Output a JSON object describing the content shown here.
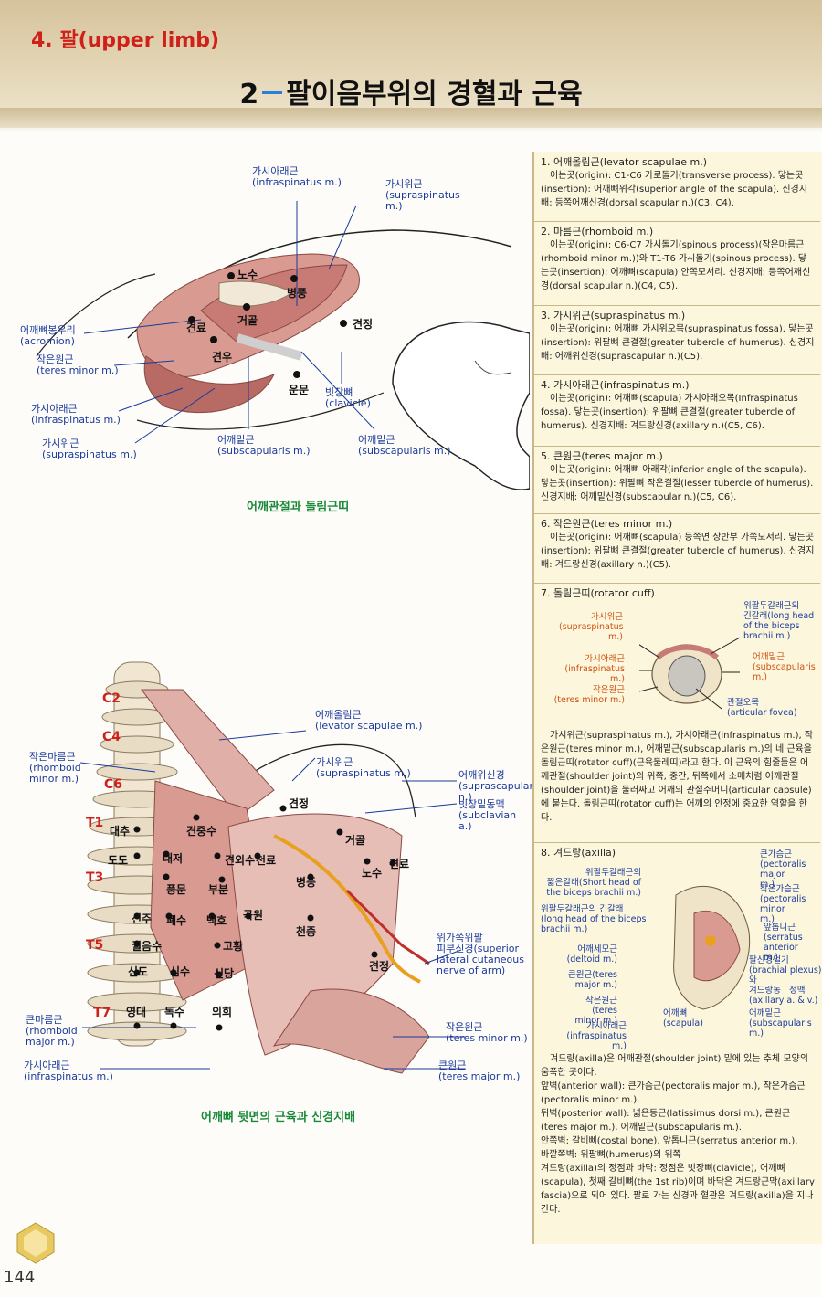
{
  "header": {
    "chapter": "4. 팔(upper limb)",
    "title_num": "2",
    "title_text": "팔이음부위의 경혈과 근육"
  },
  "figure1": {
    "caption": "어깨관절과 돌림근띠",
    "labels": {
      "infraspinatus_top": "가시아래근\n(infraspinatus m.)",
      "supraspinatus_top": "가시위근\n(supraspinatus\nm.)",
      "acromion": "어깨뼈봉우리\n(acromion)",
      "teres_minor": "작은원근\n(teres minor m.)",
      "infraspinatus_left": "가시아래근\n(infraspinatus m.)",
      "supraspinatus_left": "가시위근\n(supraspinatus m.)",
      "subscapularis_mid": "어깨밑근\n(subscapularis m.)",
      "clavicle": "빗장뼈\n(clavicle)",
      "subscapularis_right": "어깨밑근\n(subscapularis m.)"
    },
    "points": [
      "노수",
      "병풍",
      "거골",
      "견료",
      "견정",
      "견우",
      "운문"
    ]
  },
  "figure2": {
    "caption": "어깨뼈 뒷면의 근육과 신경지배",
    "vertebrae": [
      "C2",
      "C4",
      "C6",
      "T1",
      "T3",
      "T5",
      "T7"
    ],
    "labels": {
      "levator": "어깨올림근\n(levator scapulae m.)",
      "rhomboid_minor": "작은마름근\n(rhomboid\nminor m.)",
      "supraspinatus": "가시위근\n(supraspinatus m.)",
      "suprascapular": "어깨위신경\n(suprascapular n.)",
      "subclavian": "빗장밑동맥\n(subclavian a.)",
      "lateral_cutaneous": "위가쪽위팔\n피부신경(superior\nlateral cutaneous\nnerve of arm)",
      "rhomboid_major": "큰마름근\n(rhomboid\nmajor m.)",
      "infraspinatus": "가시아래근\n(infraspinatus m.)",
      "teres_minor": "작은원근\n(teres minor m.)",
      "teres_major": "큰원근\n(teres major m.)"
    },
    "points": [
      "대추",
      "견중수",
      "견정",
      "거골",
      "도도",
      "대저",
      "견외수",
      "천료",
      "노수",
      "견료",
      "풍문",
      "부분",
      "병풍",
      "신주",
      "폐수",
      "백호",
      "곡원",
      "천종",
      "궐음수",
      "고황",
      "견정",
      "신도",
      "심수",
      "신당",
      "영대",
      "독수",
      "의희"
    ]
  },
  "sections": [
    {
      "head": "1. 어깨올림근(levator scapulae m.)",
      "body": "이는곳(origin): C1-C6 가로돌기(transverse process). 닿는곳(insertion): 어깨뼈위각(superior angle of the scapula). 신경지배: 등쪽어깨신경(dorsal scapular n.)(C3, C4)."
    },
    {
      "head": "2. 마름근(rhomboid m.)",
      "body": "이는곳(origin): C6-C7 가시돌기(spinous process)(작은마름근(rhomboid minor m.))와 T1-T6 가시돌기(spinous process). 닿는곳(insertion): 어깨뼈(scapula) 안쪽모서리. 신경지배: 등쪽어깨신경(dorsal scapular n.)(C4, C5)."
    },
    {
      "head": "3. 가시위근(supraspinatus m.)",
      "body": "이는곳(origin): 어깨뼈 가시위오목(supraspinatus fossa). 닿는곳(insertion): 위팔뼈 큰결절(greater tubercle of humerus). 신경지배: 어깨위신경(suprascapular n.)(C5)."
    },
    {
      "head": "4. 가시아래근(infraspinatus m.)",
      "body": "이는곳(origin): 어깨뼈(scapula) 가시아래오목(Infraspinatus fossa). 닿는곳(insertion): 위팔뼈 큰결절(greater tubercle of humerus). 신경지배: 겨드랑신경(axillary n.)(C5, C6)."
    },
    {
      "head": "5. 큰원근(teres major m.)",
      "body": "이는곳(origin): 어깨뼈 아래각(inferior angle of the scapula). 닿는곳(insertion): 위팔뼈 작은결절(lesser tubercle of humerus). 신경지배: 어깨밑신경(subscapular n.)(C5, C6)."
    },
    {
      "head": "6. 작은원근(teres minor m.)",
      "body": "이는곳(origin): 어깨뼈(scapula) 등쪽면 상반부 가쪽모서리. 닿는곳(insertion): 위팔뼈 큰결절(greater tubercle of humerus). 신경지배: 겨드랑신경(axillary n.)(C5)."
    }
  ],
  "rotator_cuff": {
    "head": "7. 돌림근띠(rotator cuff)",
    "labels": {
      "supra": "가시위근\n(supraspinatus\nm.)",
      "infra": "가시아래근\n(infraspinatus m.)",
      "teres_minor": "작은원근\n(teres minor m.)",
      "biceps_long": "위팔두갈래근의\n긴갈래(long head\nof the biceps\nbrachii m.)",
      "subscap": "어깨밑근\n(subscapularis\nm.)",
      "fovea": "관절오목\n(articular fovea)"
    },
    "body": "가시위근(supraspinatus m.), 가시아래근(infraspinatus m.), 작은원근(teres minor m.), 어깨밑근(subscapularis m.)의 네 근육을 돌림근띠(rotator cuff)(근육둘레띠)라고 한다. 이 근육의 힘줄들은 어깨관절(shoulder joint)의 위쪽, 중간, 뒤쪽에서 소매처럼 어깨관절(shoulder joint)을 둘러싸고 어깨의 관절주머니(articular capsule)에 붙는다. 돌림근띠(rotator cuff)는 어깨의 안정에 중요한 역할을 한다."
  },
  "axilla": {
    "head": "8. 겨드랑(axilla)",
    "labels": {
      "biceps_short": "위팔두갈래근의\n짧은갈래(Short head of\nthe biceps brachii m.)",
      "biceps_long": "위팔두갈래근의 긴갈래\n(long head of the biceps\nbrachii m.)",
      "deltoid": "어깨세모근\n(deltoid m.)",
      "teres_major": "큰원근(teres\nmajor m.)",
      "teres_minor": "작은원근(teres\nminor m.)",
      "infra": "가시아래근\n(infraspinatus m.)",
      "scapula": "어깨뼈\n(scapula)",
      "pec_major": "큰가슴근\n(pectoralis major\nm.)",
      "pec_minor": "작은가슴근\n(pectoralis minor\nm.)",
      "serratus": "앞톱니근\n(serratus anterior\nm.)",
      "plexus": "팔신경얼기\n(brachial plexus)와\n겨드랑동 · 정맥\n(axillary a. & v.)",
      "subscap": "어깨밑근\n(subscapularis m.)"
    },
    "intro": "겨드랑(axilla)은 어깨관절(shoulder joint) 밑에 있는 추체 모양의 움푹한 곳이다.",
    "walls": [
      "앞벽(anterior wall): 큰가슴근(pectoralis major m.), 작은가슴근(pectoralis minor m.).",
      "뒤벽(posterior wall): 넓은등근(latissimus dorsi m.), 큰원근(teres major m.), 어깨밑근(subscapularis m.).",
      "안쪽벽: 갈비뼈(costal bone), 앞톱니근(serratus anterior m.).",
      "바깥쪽벽: 위팔뼈(humerus)의 위쪽",
      "겨드랑(axilla)의 정점과 바닥: 정점은 빗장뼈(clavicle), 어깨뼈(scapula), 첫째 갈비뼈(the 1st rib)이며 바닥은 겨드랑근막(axillary fascia)으로 되어 있다. 팔로 가는 신경과 혈관은 겨드랑(axilla)을 지나간다."
    ]
  },
  "page_number": "144",
  "colors": {
    "chapter": "#d0201a",
    "title_dash": "#2a7fd6",
    "caption": "#1a8a3a",
    "label": "#1a3a9c",
    "muscle": "#c87a74",
    "panel": "#fbf6dc"
  }
}
